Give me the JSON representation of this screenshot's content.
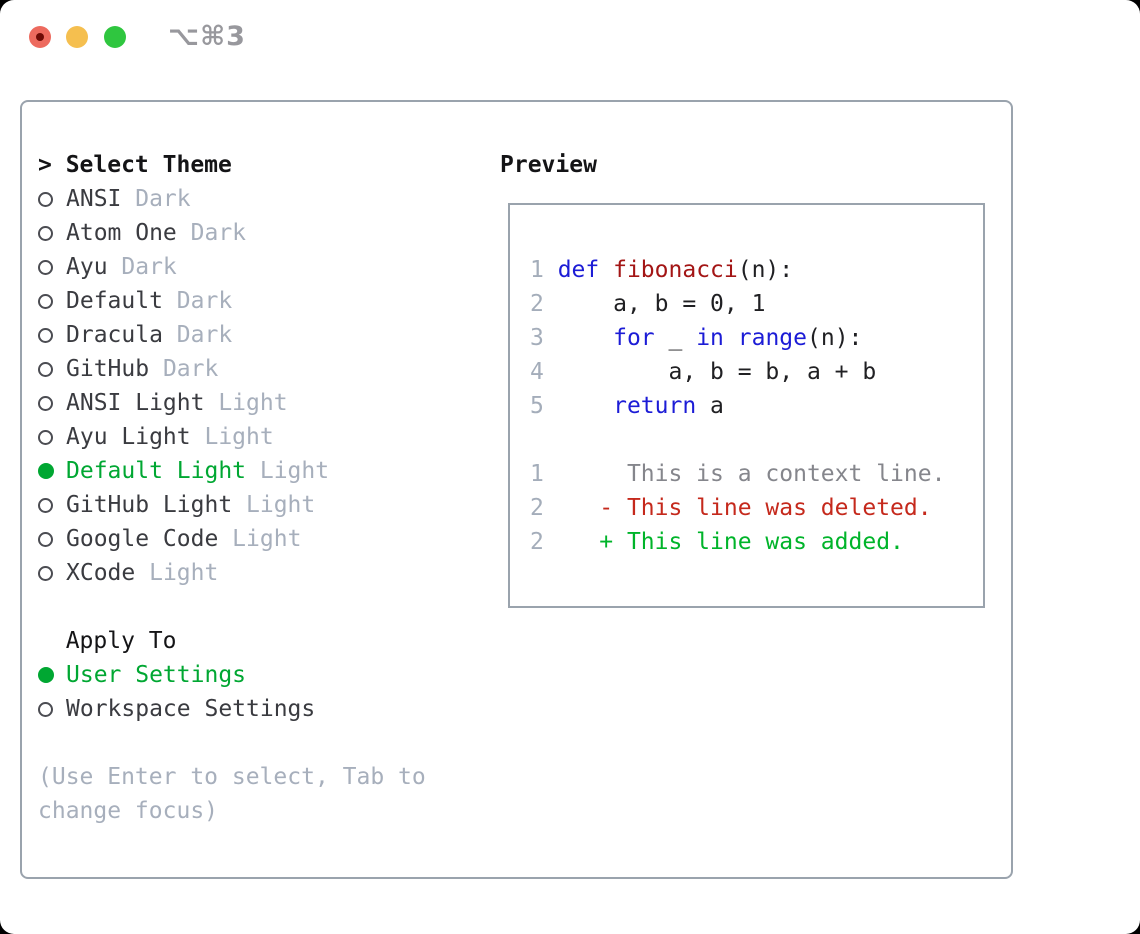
{
  "titlebar": {
    "title": "⌥⌘3"
  },
  "panel": {
    "select_header": "> Select Theme",
    "themes": [
      {
        "name": "ANSI",
        "variant": "Dark",
        "selected": false
      },
      {
        "name": "Atom One",
        "variant": "Dark",
        "selected": false
      },
      {
        "name": "Ayu",
        "variant": "Dark",
        "selected": false
      },
      {
        "name": "Default",
        "variant": "Dark",
        "selected": false
      },
      {
        "name": "Dracula",
        "variant": "Dark",
        "selected": false
      },
      {
        "name": "GitHub",
        "variant": "Dark",
        "selected": false
      },
      {
        "name": "ANSI Light",
        "variant": "Light",
        "selected": false
      },
      {
        "name": "Ayu Light",
        "variant": "Light",
        "selected": false
      },
      {
        "name": "Default Light",
        "variant": "Light",
        "selected": true
      },
      {
        "name": "GitHub Light",
        "variant": "Light",
        "selected": false
      },
      {
        "name": "Google Code",
        "variant": "Light",
        "selected": false
      },
      {
        "name": "XCode",
        "variant": "Light",
        "selected": false
      }
    ],
    "apply_header": "Apply To",
    "apply_options": [
      {
        "name": "User Settings",
        "selected": true
      },
      {
        "name": "Workspace Settings",
        "selected": false
      }
    ],
    "hint": "(Use Enter to select, Tab to\nchange focus)"
  },
  "preview": {
    "title": "Preview",
    "lines": [
      {
        "segs": [
          [
            "ln",
            "1 "
          ],
          [
            "kw",
            "def"
          ],
          [
            "tx",
            " "
          ],
          [
            "fn",
            "fibonacci"
          ],
          [
            "tx",
            "(n):"
          ]
        ]
      },
      {
        "segs": [
          [
            "ln",
            "2 "
          ],
          [
            "tx",
            "    a, b = 0, 1"
          ]
        ]
      },
      {
        "segs": [
          [
            "ln",
            "3 "
          ],
          [
            "tx",
            "    "
          ],
          [
            "kw",
            "for"
          ],
          [
            "tx",
            " _ "
          ],
          [
            "kw",
            "in"
          ],
          [
            "tx",
            " "
          ],
          [
            "kw",
            "range"
          ],
          [
            "tx",
            "(n):"
          ]
        ]
      },
      {
        "segs": [
          [
            "ln",
            "4 "
          ],
          [
            "tx",
            "        a, b = b, a + b"
          ]
        ]
      },
      {
        "segs": [
          [
            "ln",
            "5 "
          ],
          [
            "tx",
            "    "
          ],
          [
            "kw",
            "return"
          ],
          [
            "tx",
            " a"
          ]
        ]
      },
      {
        "segs": []
      },
      {
        "segs": [
          [
            "ln",
            "1"
          ],
          [
            "ctx",
            "      This is a context line."
          ]
        ]
      },
      {
        "segs": [
          [
            "ln",
            "2"
          ],
          [
            "del",
            "    - This line was deleted."
          ]
        ]
      },
      {
        "segs": [
          [
            "ln",
            "2"
          ],
          [
            "add",
            "    + This line was added."
          ]
        ]
      }
    ]
  },
  "colors": {
    "accent_green": "#00a732",
    "keyword_blue": "#1c1cd6",
    "function_red": "#a31515",
    "diff_deleted_red": "#c5291c",
    "diff_added_green": "#00b42a",
    "muted_gray": "#a7afbc",
    "border_gray": "#9aa3ad",
    "traffic_red": "#ed6a5e",
    "traffic_yellow": "#f5bf4f",
    "traffic_green": "#2fc63f"
  }
}
